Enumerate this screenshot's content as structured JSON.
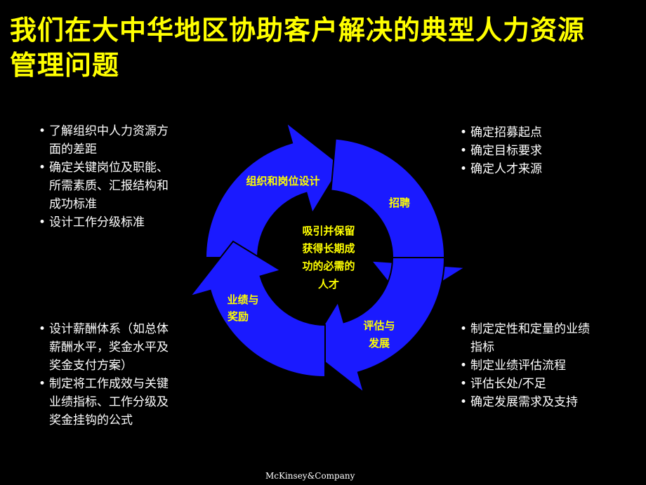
{
  "title": {
    "line1": "我们在大中华地区协助客户解决的典型人力资源",
    "line2": "管理问题"
  },
  "cycle": {
    "center": [
      "吸引并保留",
      "获得长期成",
      "功的必需的",
      "人才"
    ],
    "org": "组织和岗位设计",
    "recruit": "招聘",
    "eval": [
      "评估与",
      "发展"
    ],
    "reward": [
      "业绩与",
      "奖励"
    ]
  },
  "lists": {
    "top_left": [
      [
        "了解组织中人力资源方",
        "面的差距"
      ],
      [
        "确定关键岗位及职能、",
        "所需素质、汇报结构和",
        "成功标准"
      ],
      [
        "设计工作分级标准"
      ]
    ],
    "top_right": [
      [
        "确定招募起点"
      ],
      [
        "确定目标要求"
      ],
      [
        "确定人才来源"
      ]
    ],
    "bottom_left": [
      [
        "设计薪酬体系（如总体",
        "薪酬水平，奖金水平及",
        "奖金支付方案）"
      ],
      [
        "制定将工作成效与关键",
        "业绩指标、工作分级及",
        "奖金挂钩的公式"
      ]
    ],
    "bottom_right": [
      [
        "制定定性和定量的业绩",
        "指标"
      ],
      [
        "制定业绩评估流程"
      ],
      [
        "评估长处/不足"
      ],
      [
        "确定发展需求及支持"
      ]
    ]
  },
  "colors": {
    "title": "#ffff00",
    "arrow_fill": "#1a1aff",
    "label": "#ffff00",
    "text": "#ffffff"
  },
  "logo": "McKinsey&Company"
}
